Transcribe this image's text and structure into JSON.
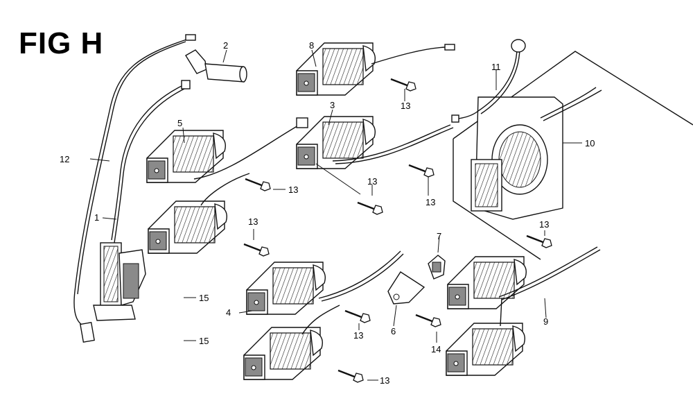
{
  "figure": {
    "title": "FIG H"
  },
  "callouts": {
    "c1": "1",
    "c2": "2",
    "c3": "3",
    "c4": "4",
    "c5": "5",
    "c6": "6",
    "c7": "7",
    "c8": "8",
    "c9": "9",
    "c10": "10",
    "c11": "11",
    "c12": "12",
    "c13a": "13",
    "c13b": "13",
    "c13c": "13",
    "c13d": "13",
    "c13e": "13",
    "c13f": "13",
    "c13g": "13",
    "c13h": "13",
    "c14": "14",
    "c15a": "15",
    "c15b": "15"
  }
}
